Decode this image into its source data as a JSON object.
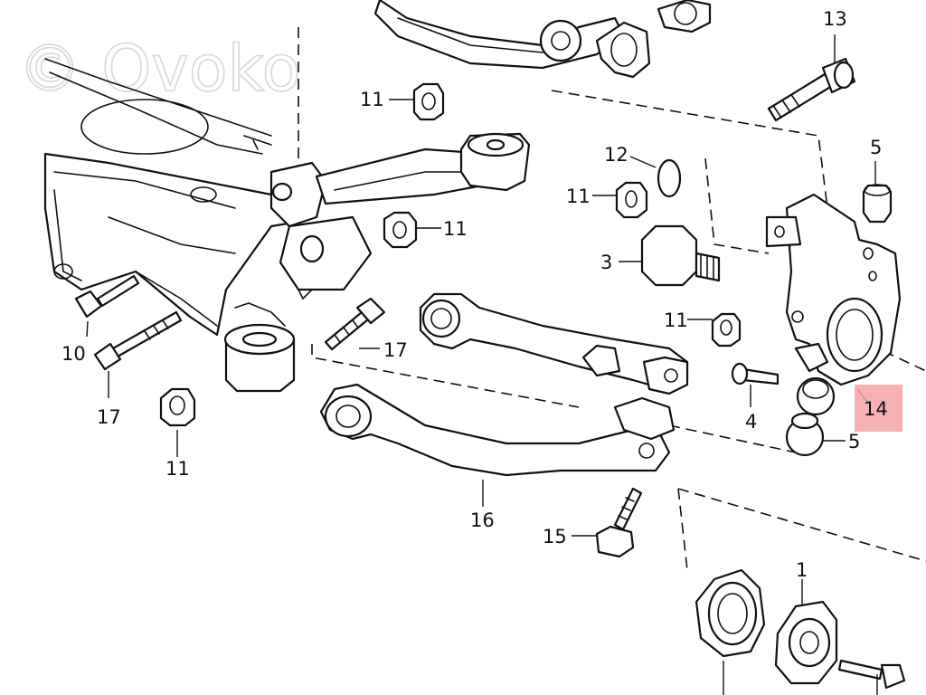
{
  "watermark": "© Ovoko",
  "highlight_color": "#f4a3a8",
  "callouts": [
    {
      "id": "c13",
      "text": "13"
    },
    {
      "id": "c5a",
      "text": "5"
    },
    {
      "id": "c12",
      "text": "12"
    },
    {
      "id": "c11a",
      "text": "11"
    },
    {
      "id": "c11b",
      "text": "11"
    },
    {
      "id": "c11c",
      "text": "11"
    },
    {
      "id": "c11d",
      "text": "11"
    },
    {
      "id": "c11e",
      "text": "11"
    },
    {
      "id": "c3",
      "text": "3"
    },
    {
      "id": "c10",
      "text": "10"
    },
    {
      "id": "c17a",
      "text": "17"
    },
    {
      "id": "c17b",
      "text": "17"
    },
    {
      "id": "c4",
      "text": "4"
    },
    {
      "id": "c14",
      "text": "14",
      "highlighted": true
    },
    {
      "id": "c5b",
      "text": "5"
    },
    {
      "id": "c16",
      "text": "16"
    },
    {
      "id": "c15",
      "text": "15"
    },
    {
      "id": "c1",
      "text": "1"
    }
  ]
}
